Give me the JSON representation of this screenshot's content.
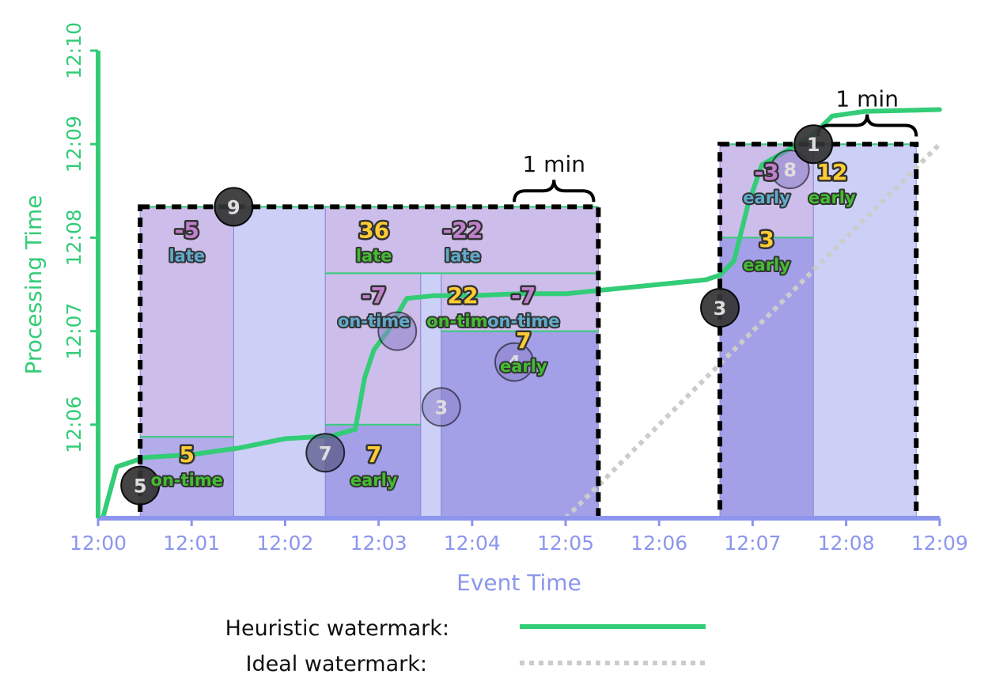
{
  "chart_data": {
    "type": "scatter",
    "xlabel": "Event Time",
    "ylabel": "Processing Time",
    "x_ticks": [
      "12:00",
      "12:01",
      "12:02",
      "12:03",
      "12:04",
      "12:05",
      "12:06",
      "12:07",
      "12:08",
      "12:09"
    ],
    "y_ticks": [
      "12:06",
      "12:07",
      "12:08",
      "12:09",
      "12:10"
    ],
    "xlim": [
      "12:00",
      "12:09"
    ],
    "ylim": [
      "12:05",
      "12:10"
    ],
    "tick_minutes_x": [
      0,
      1,
      2,
      3,
      4,
      5,
      6,
      7,
      8,
      9
    ],
    "tick_minutes_y": [
      6,
      7,
      8,
      9,
      10
    ],
    "legend": [
      {
        "label": "Heuristic watermark:",
        "style": "solid",
        "color": "#33cc77"
      },
      {
        "label": "Ideal watermark:",
        "style": "dotted",
        "color": "#cccccc"
      }
    ],
    "colors": {
      "heuristic": "#33cc77",
      "ideal": "#cccccc",
      "x_axis": "#8c96ee",
      "y_axis": "#33cc77",
      "pane_light": "#c3c8f5",
      "pane_mid": "#a49ee8",
      "pane_dark": "#948fe4",
      "pane_late": "#c4b2e6",
      "yellow": "#ffcc33",
      "green_text": "#44bb33",
      "purple_text": "#c080cc",
      "teal_text": "#60aacc"
    },
    "heuristic_watermark": [
      [
        0.05,
        5.0
      ],
      [
        0.2,
        5.55
      ],
      [
        0.5,
        5.65
      ],
      [
        1.0,
        5.68
      ],
      [
        1.5,
        5.75
      ],
      [
        2.0,
        5.85
      ],
      [
        2.5,
        5.88
      ],
      [
        2.75,
        5.95
      ],
      [
        2.85,
        6.5
      ],
      [
        2.95,
        6.8
      ],
      [
        3.1,
        7.0
      ],
      [
        3.3,
        7.35
      ],
      [
        3.6,
        7.38
      ],
      [
        4.0,
        7.38
      ],
      [
        4.5,
        7.4
      ],
      [
        5.0,
        7.4
      ],
      [
        5.5,
        7.45
      ],
      [
        6.0,
        7.5
      ],
      [
        6.5,
        7.55
      ],
      [
        6.65,
        7.6
      ],
      [
        6.8,
        7.75
      ],
      [
        6.95,
        8.35
      ],
      [
        7.1,
        8.78
      ],
      [
        7.4,
        8.95
      ],
      [
        7.65,
        9.1
      ],
      [
        7.85,
        9.3
      ],
      [
        8.2,
        9.35
      ],
      [
        9.0,
        9.37
      ]
    ],
    "ideal_watermark": [
      [
        5.0,
        5.0
      ],
      [
        9.0,
        9.0
      ]
    ],
    "windows": [
      {
        "x0": 0.45,
        "x1": 5.35,
        "y0": 5.0,
        "y1": 8.33,
        "span_label": "1 min",
        "span_x0": 4.45,
        "span_x1": 5.3,
        "span_y": 8.45
      },
      {
        "x0": 6.65,
        "x1": 8.75,
        "y0": 5.0,
        "y1": 9.0,
        "span_label": "1 min",
        "span_x0": 7.7,
        "span_x1": 8.75,
        "span_y": 9.15
      }
    ],
    "pane_fills": [
      {
        "x0": 0.45,
        "x1": 1.45,
        "y0": 5.0,
        "y1": 5.87,
        "tone": "mid"
      },
      {
        "x0": 1.45,
        "x1": 2.43,
        "y0": 5.0,
        "y1": 8.33,
        "tone": "light"
      },
      {
        "x0": 0.45,
        "x1": 1.45,
        "y0": 5.87,
        "y1": 8.33,
        "tone": "late"
      },
      {
        "x0": 2.43,
        "x1": 3.45,
        "y0": 5.0,
        "y1": 6.0,
        "tone": "dark"
      },
      {
        "x0": 2.43,
        "x1": 3.45,
        "y0": 6.0,
        "y1": 7.62,
        "tone": "late"
      },
      {
        "x0": 3.45,
        "x1": 3.67,
        "y0": 5.0,
        "y1": 7.62,
        "tone": "light"
      },
      {
        "x0": 3.67,
        "x1": 5.35,
        "y0": 5.0,
        "y1": 7.0,
        "tone": "dark"
      },
      {
        "x0": 3.67,
        "x1": 5.35,
        "y0": 7.0,
        "y1": 7.62,
        "tone": "late"
      },
      {
        "x0": 2.43,
        "x1": 5.35,
        "y0": 7.62,
        "y1": 8.33,
        "tone": "late"
      },
      {
        "x0": 6.65,
        "x1": 7.65,
        "y0": 5.0,
        "y1": 8.0,
        "tone": "dark"
      },
      {
        "x0": 6.65,
        "x1": 7.65,
        "y0": 8.0,
        "y1": 9.0,
        "tone": "late"
      },
      {
        "x0": 7.65,
        "x1": 8.75,
        "y0": 5.0,
        "y1": 9.0,
        "tone": "light"
      }
    ],
    "green_lines": [
      {
        "x0": 0.45,
        "x1": 1.45,
        "y": 5.87
      },
      {
        "x0": 2.43,
        "x1": 3.45,
        "y": 6.0
      },
      {
        "x0": 3.67,
        "x1": 5.35,
        "y": 7.0
      },
      {
        "x0": 2.43,
        "x1": 5.35,
        "y": 7.62
      },
      {
        "x0": 0.45,
        "x1": 5.35,
        "y": 8.33
      },
      {
        "x0": 6.65,
        "x1": 7.65,
        "y": 8.0
      },
      {
        "x0": 6.65,
        "x1": 8.75,
        "y": 9.0
      }
    ],
    "pane_outputs": [
      {
        "value": "5",
        "tag": "on-time",
        "x": 0.95,
        "y": 5.6,
        "value_color": "yellow",
        "tag_color": "green_text"
      },
      {
        "value": "-5",
        "tag": "late",
        "x": 0.95,
        "y": 8.0,
        "value_color": "purple_text",
        "tag_color": "teal_text"
      },
      {
        "value": "7",
        "tag": "early",
        "x": 2.95,
        "y": 5.6,
        "value_color": "yellow",
        "tag_color": "green_text"
      },
      {
        "value": "36",
        "tag": "late",
        "x": 2.95,
        "y": 8.0,
        "value_color": "yellow",
        "tag_color": "green_text"
      },
      {
        "value": "-7",
        "tag": "on-time",
        "x": 2.95,
        "y": 7.3,
        "value_color": "purple_text",
        "tag_color": "teal_text"
      },
      {
        "value": "-22",
        "tag": "late",
        "x": 3.9,
        "y": 8.0,
        "value_color": "purple_text",
        "tag_color": "teal_text"
      },
      {
        "value": "22",
        "tag": "on-time",
        "x": 3.9,
        "y": 7.3,
        "value_color": "yellow",
        "tag_color": "green_text"
      },
      {
        "value": "-7",
        "tag": "on-time",
        "x": 4.55,
        "y": 7.3,
        "value_color": "purple_text",
        "tag_color": "teal_text"
      },
      {
        "value": "7",
        "tag": "early",
        "x": 4.55,
        "y": 6.82,
        "value_color": "yellow",
        "tag_color": "green_text"
      },
      {
        "value": "3",
        "tag": "early",
        "x": 7.15,
        "y": 7.9,
        "value_color": "yellow",
        "tag_color": "green_text"
      },
      {
        "value": "-3",
        "tag": "early",
        "x": 7.15,
        "y": 8.62,
        "value_color": "purple_text",
        "tag_color": "teal_text"
      },
      {
        "value": "12",
        "tag": "early",
        "x": 7.85,
        "y": 8.62,
        "value_color": "yellow",
        "tag_color": "green_text"
      }
    ],
    "data_points": [
      {
        "label": "5",
        "x": 0.45,
        "y": 5.35,
        "shade": "dark"
      },
      {
        "label": "9",
        "x": 1.45,
        "y": 8.33,
        "shade": "dark"
      },
      {
        "label": "7",
        "x": 2.43,
        "y": 5.7,
        "shade": "mid"
      },
      {
        "label": "",
        "x": 3.2,
        "y": 7.0,
        "shade": "faint"
      },
      {
        "label": "3",
        "x": 3.67,
        "y": 6.19,
        "shade": "faint"
      },
      {
        "label": "4",
        "x": 4.45,
        "y": 6.67,
        "shade": "faint"
      },
      {
        "label": "3",
        "x": 6.65,
        "y": 7.25,
        "shade": "dark"
      },
      {
        "label": "8",
        "x": 7.4,
        "y": 8.73,
        "shade": "faint"
      },
      {
        "label": "1",
        "x": 7.65,
        "y": 9.0,
        "shade": "dark"
      }
    ]
  }
}
